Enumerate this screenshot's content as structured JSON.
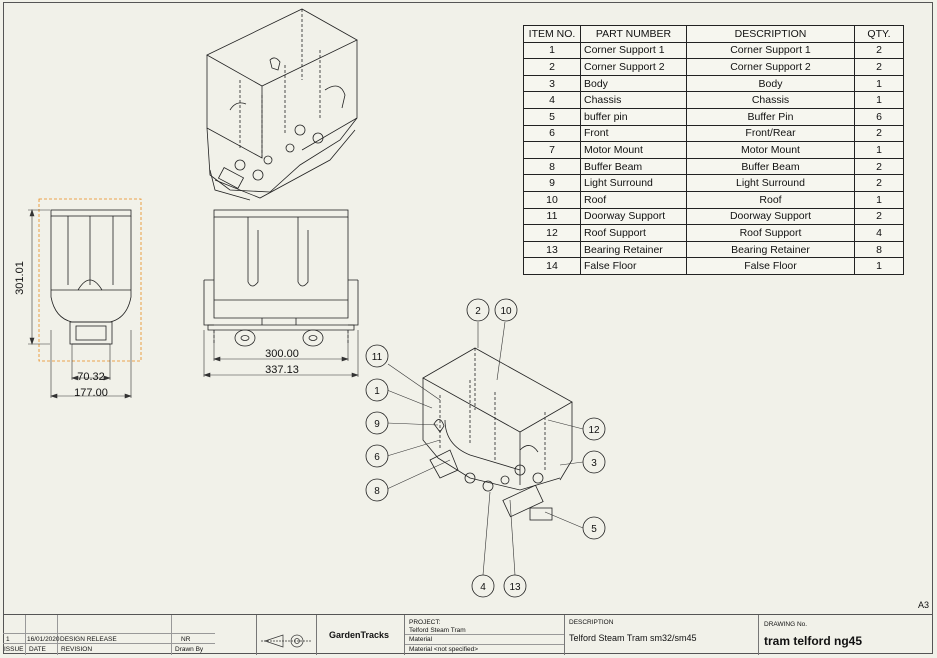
{
  "bom": {
    "headers": [
      "ITEM NO.",
      "PART NUMBER",
      "DESCRIPTION",
      "QTY."
    ],
    "rows": [
      {
        "item": "1",
        "part": "Corner Support 1",
        "desc": "Corner Support 1",
        "qty": "2"
      },
      {
        "item": "2",
        "part": "Corner Support 2",
        "desc": "Corner Support 2",
        "qty": "2"
      },
      {
        "item": "3",
        "part": "Body",
        "desc": "Body",
        "qty": "1"
      },
      {
        "item": "4",
        "part": "Chassis",
        "desc": "Chassis",
        "qty": "1"
      },
      {
        "item": "5",
        "part": "buffer pin",
        "desc": "Buffer Pin",
        "qty": "6"
      },
      {
        "item": "6",
        "part": "Front",
        "desc": "Front/Rear",
        "qty": "2"
      },
      {
        "item": "7",
        "part": "Motor Mount",
        "desc": "Motor Mount",
        "qty": "1"
      },
      {
        "item": "8",
        "part": "Buffer Beam",
        "desc": "Buffer Beam",
        "qty": "2"
      },
      {
        "item": "9",
        "part": "Light Surround",
        "desc": "Light Surround",
        "qty": "2"
      },
      {
        "item": "10",
        "part": "Roof",
        "desc": "Roof",
        "qty": "1"
      },
      {
        "item": "11",
        "part": "Doorway Support",
        "desc": "Doorway Support",
        "qty": "2"
      },
      {
        "item": "12",
        "part": "Roof Support",
        "desc": "Roof Support",
        "qty": "4"
      },
      {
        "item": "13",
        "part": "Bearing Retainer",
        "desc": "Bearing Retainer",
        "qty": "8"
      },
      {
        "item": "14",
        "part": "False Floor",
        "desc": "False Floor",
        "qty": "1"
      }
    ]
  },
  "dimensions": {
    "side_height": "301.01",
    "side_inner_width": "70.32",
    "side_width": "177.00",
    "front_inner_width": "300.00",
    "front_width": "337.13"
  },
  "balloons": [
    "2",
    "10",
    "11",
    "1",
    "9",
    "6",
    "8",
    "12",
    "3",
    "5",
    "4",
    "13"
  ],
  "title_block": {
    "revision_no": "1",
    "revision_date": "16/01/2020",
    "revision_desc": "DESIGN RELEASE",
    "revision_by": "NR",
    "issue_label": "ISSUE",
    "date_label": "DATE",
    "revision_label": "REVISION",
    "drawn_by_label": "Drawn By",
    "company": "GardenTracks",
    "project_label": "PROJECT:",
    "project": "Telford Steam Tram",
    "material_label": "Material",
    "material": "Material <not specified>",
    "description_label": "DESCRIPTION",
    "description": "Telford Steam Tram sm32/sm45",
    "drawing_no_label": "DRAWING No.",
    "drawing_no": "tram telford ng45"
  },
  "sheet_size": "A3"
}
